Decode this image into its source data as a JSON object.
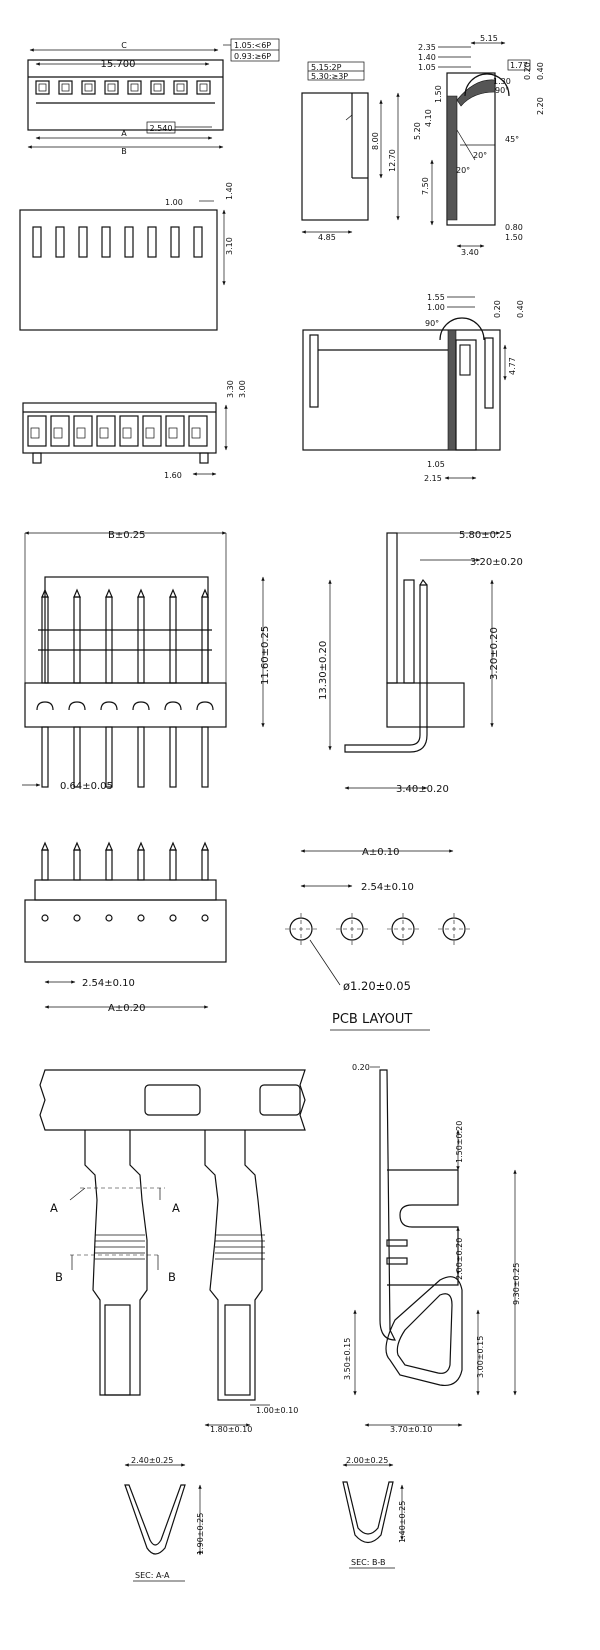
{
  "housing_top": {
    "dim_c": "C",
    "dim_pitch_count": "15.700",
    "dim_a": "A",
    "dim_b": "B",
    "pitch_box": "2.540",
    "note_line1": "1.05:<6P",
    "note_line2": "0.93:≥6P"
  },
  "housing_face": {
    "dim_1": "1.00",
    "dim_2": "1.40",
    "dim_3": "3.10"
  },
  "housing_bottom": {
    "dim_1": "3.30",
    "dim_2": "3.00",
    "dim_3": "1.60"
  },
  "housing_side": {
    "note_line1": "5.15:2P",
    "note_line2": "5.30:≥3P",
    "dim_1": "8.00",
    "dim_2": "12.70",
    "dim_3": "4.85"
  },
  "housing_section": {
    "d_515": "5.15",
    "d_235": "2.35",
    "d_140": "1.40",
    "d_105": "1.05",
    "d_177": "1.77",
    "d_130": "1.30",
    "d_020": "0.20",
    "d_040": "0.40",
    "d_220": "2.20",
    "d_150": "1.50",
    "d_410": "4.10",
    "d_520": "5.20",
    "a_90": "90°",
    "a_45": "45°",
    "a_20": "20°",
    "a_20b": "20°",
    "d_750": "7.50",
    "d_080": "0.80",
    "d_150b": "1.50",
    "d_340": "3.40"
  },
  "latch_section": {
    "d_155": "1.55",
    "d_100": "1.00",
    "d_020": "0.20",
    "d_040": "0.40",
    "a_90": "90°",
    "d_477": "4.77",
    "d_105": "1.05",
    "d_215": "2.15"
  },
  "header_front": {
    "dim_b": "B±0.25",
    "dim_h": "11.60±0.25",
    "dim_pin": "0.64±0.05"
  },
  "header_side": {
    "dim_1": "5.80±0.25",
    "dim_2": "3.20±0.20",
    "dim_3": "13.30±0.20",
    "dim_4": "3.20±0.20",
    "dim_5": "3.40±0.20"
  },
  "header_top": {
    "dim_pitch": "2.54±0.10",
    "dim_a": "A±0.20"
  },
  "pcb_layout": {
    "dim_a": "A±0.10",
    "dim_pitch": "2.54±0.10",
    "dim_hole": "ø1.20±0.05",
    "title": "PCB LAYOUT"
  },
  "terminal_front": {
    "label_a": "A",
    "label_b": "B",
    "dim_1": "1.00±0.10",
    "dim_2": "1.80±0.10"
  },
  "terminal_side": {
    "d_1": "0.20",
    "d_2": "1.50±0.20",
    "d_3": "2.00±0.20",
    "d_4": "9.30±0.25",
    "d_5": "3.50±0.15",
    "d_6": "3.00±0.15",
    "d_7": "3.70±0.10"
  },
  "section_a": {
    "dim_w": "2.40±0.25",
    "dim_h": "1.90±0.25",
    "caption": "SEC: A-A"
  },
  "section_b": {
    "dim_w": "2.00±0.25",
    "dim_h": "1.40±0.25",
    "caption": "SEC: B-B"
  }
}
